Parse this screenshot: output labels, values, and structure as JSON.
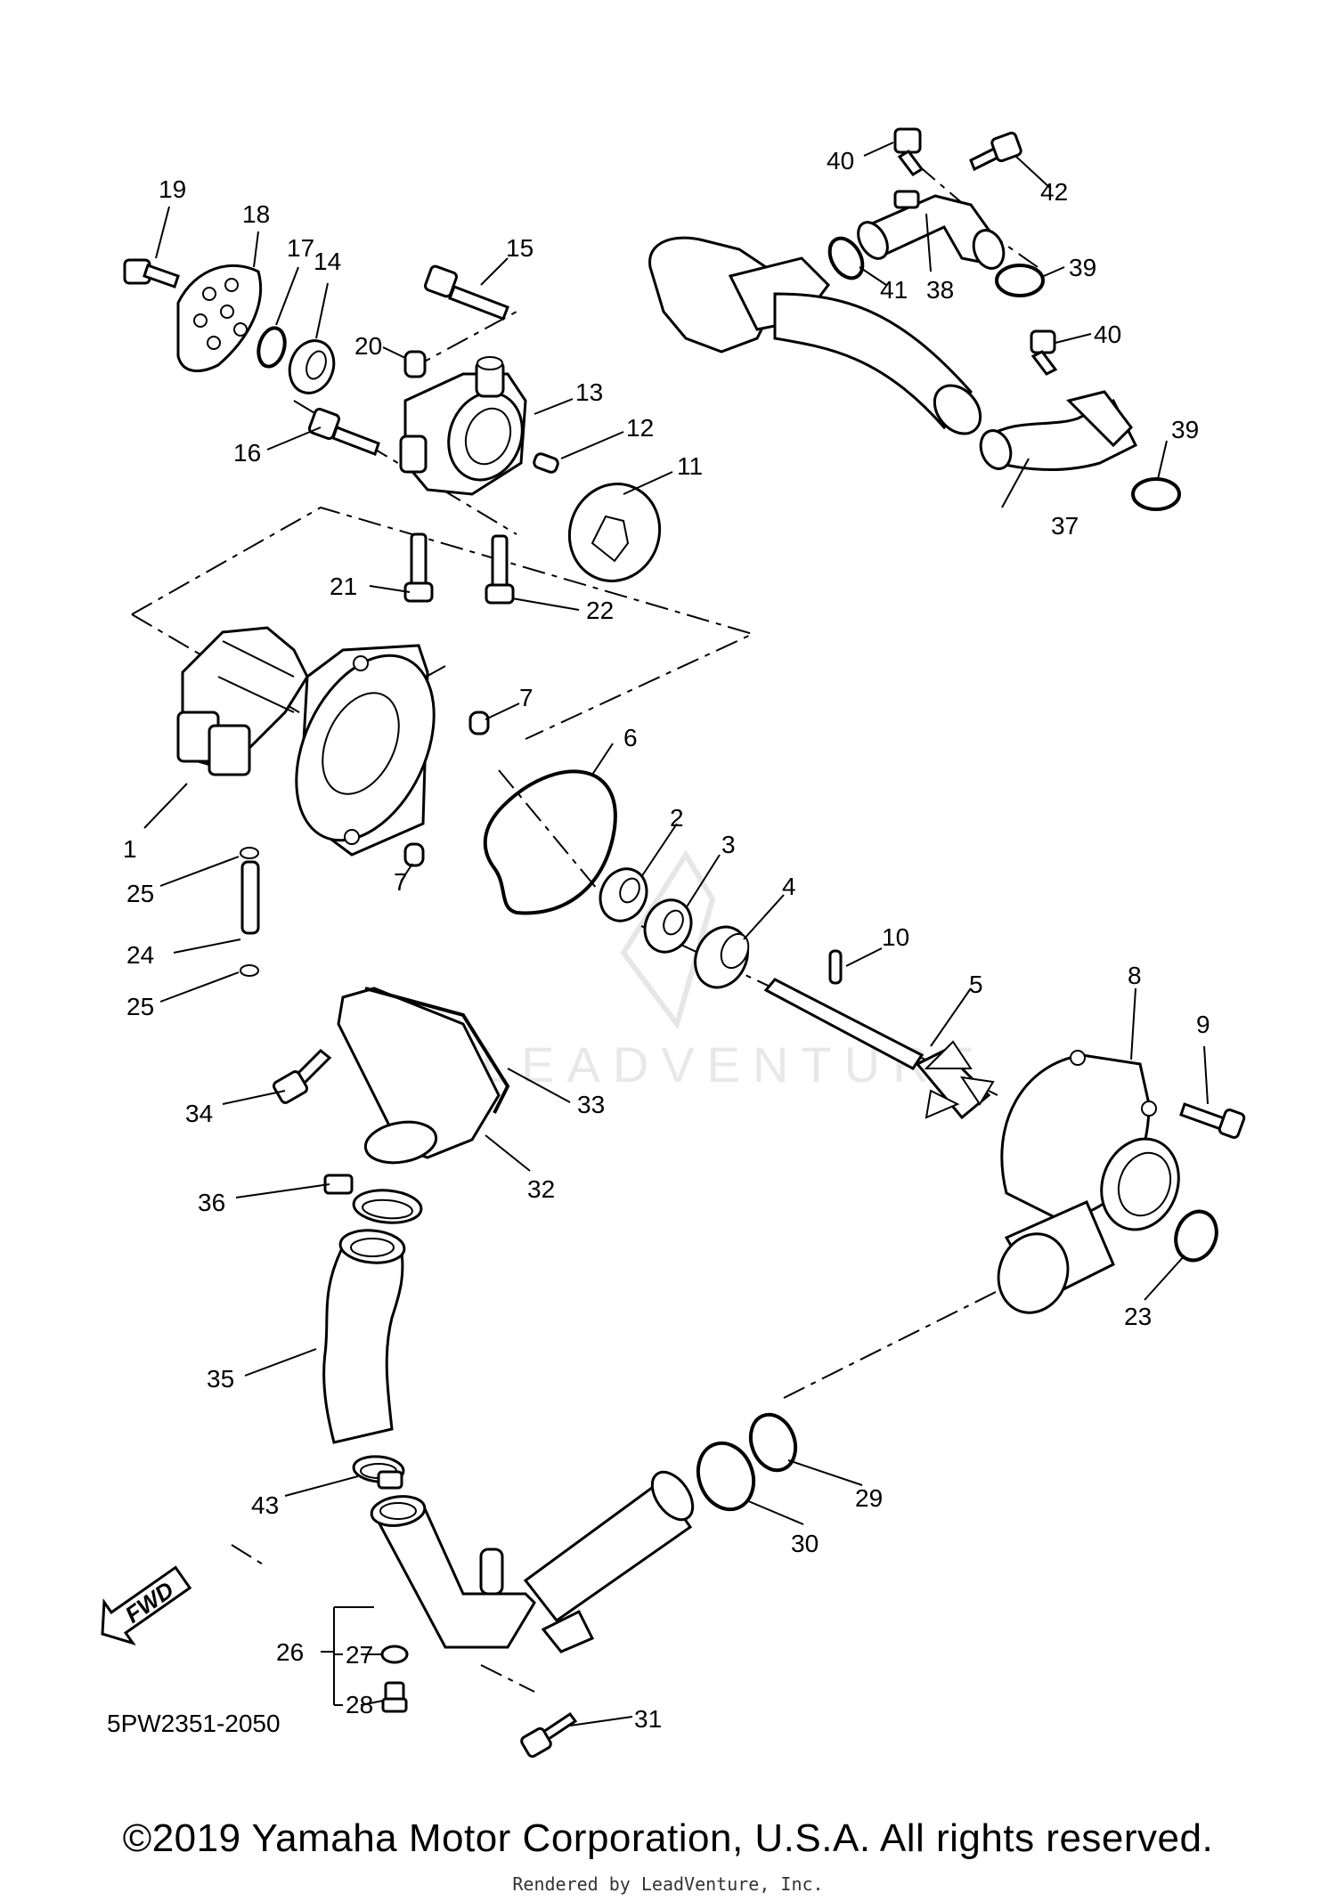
{
  "diagram": {
    "part_callouts": [
      "1",
      "2",
      "3",
      "4",
      "5",
      "6",
      "7",
      "7",
      "8",
      "9",
      "10",
      "11",
      "12",
      "13",
      "14",
      "15",
      "16",
      "17",
      "18",
      "19",
      "20",
      "21",
      "22",
      "23",
      "24",
      "25",
      "25",
      "26",
      "27",
      "28",
      "29",
      "30",
      "31",
      "32",
      "33",
      "34",
      "35",
      "36",
      "37",
      "38",
      "39",
      "39",
      "40",
      "40",
      "41",
      "42",
      "43"
    ],
    "diagram_code": "5PW2351-2050",
    "fwd_label": "FWD",
    "watermark": "LEADVENTURE"
  },
  "footer": {
    "copyright": "©2019 Yamaha Motor Corporation, U.S.A. All rights reserved.",
    "rendered_by": "Rendered by LeadVenture, Inc."
  }
}
